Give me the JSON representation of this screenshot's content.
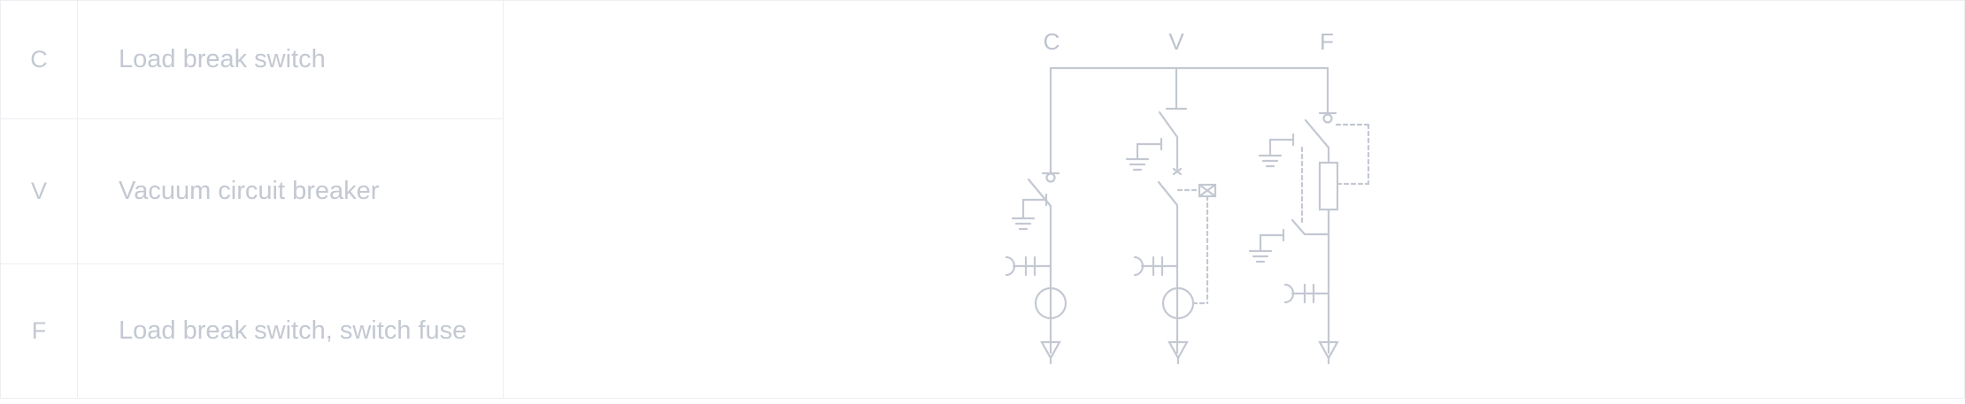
{
  "legend": {
    "rows": [
      {
        "code": "C",
        "description": "Load break switch"
      },
      {
        "code": "V",
        "description": "Vacuum circuit breaker"
      },
      {
        "code": "F",
        "description": "Load break switch, switch fuse"
      }
    ]
  },
  "diagram": {
    "feeders": [
      {
        "label": "C"
      },
      {
        "label": "V"
      },
      {
        "label": "F"
      }
    ],
    "line_color": "#c3c8d2"
  }
}
